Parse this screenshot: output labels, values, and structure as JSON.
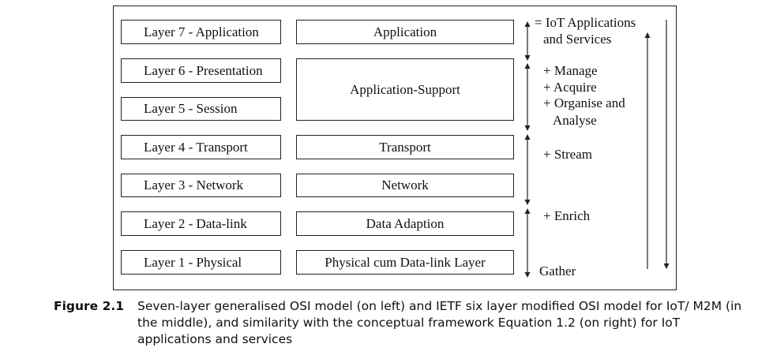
{
  "osi_layers": [
    "Layer 7 - Application",
    "Layer 6 - Presentation",
    "Layer 5 - Session",
    "Layer 4 - Transport",
    "Layer 3 - Network",
    "Layer 2 - Data-link",
    "Layer 1 - Physical"
  ],
  "ietf_layers": [
    "Application",
    "Application-Support",
    "Transport",
    "Network",
    "Data Adaption",
    "Physical cum Data-link Layer"
  ],
  "framework": {
    "top_line1": "= IoT Applications",
    "top_line2": "and Services",
    "manage": "+ Manage",
    "acquire": "+ Acquire",
    "organise": "+ Organise and",
    "analyse": "Analyse",
    "stream": "+ Stream",
    "enrich": "+ Enrich",
    "gather": "Gather"
  },
  "caption": {
    "label": "Figure 2.1",
    "text": "Seven-layer generalised OSI model (on left) and IETF six layer modified OSI model for IoT/ M2M (in the middle), and similarity with the conceptual framework Equation 1.2 (on right) for IoT applications and services"
  }
}
